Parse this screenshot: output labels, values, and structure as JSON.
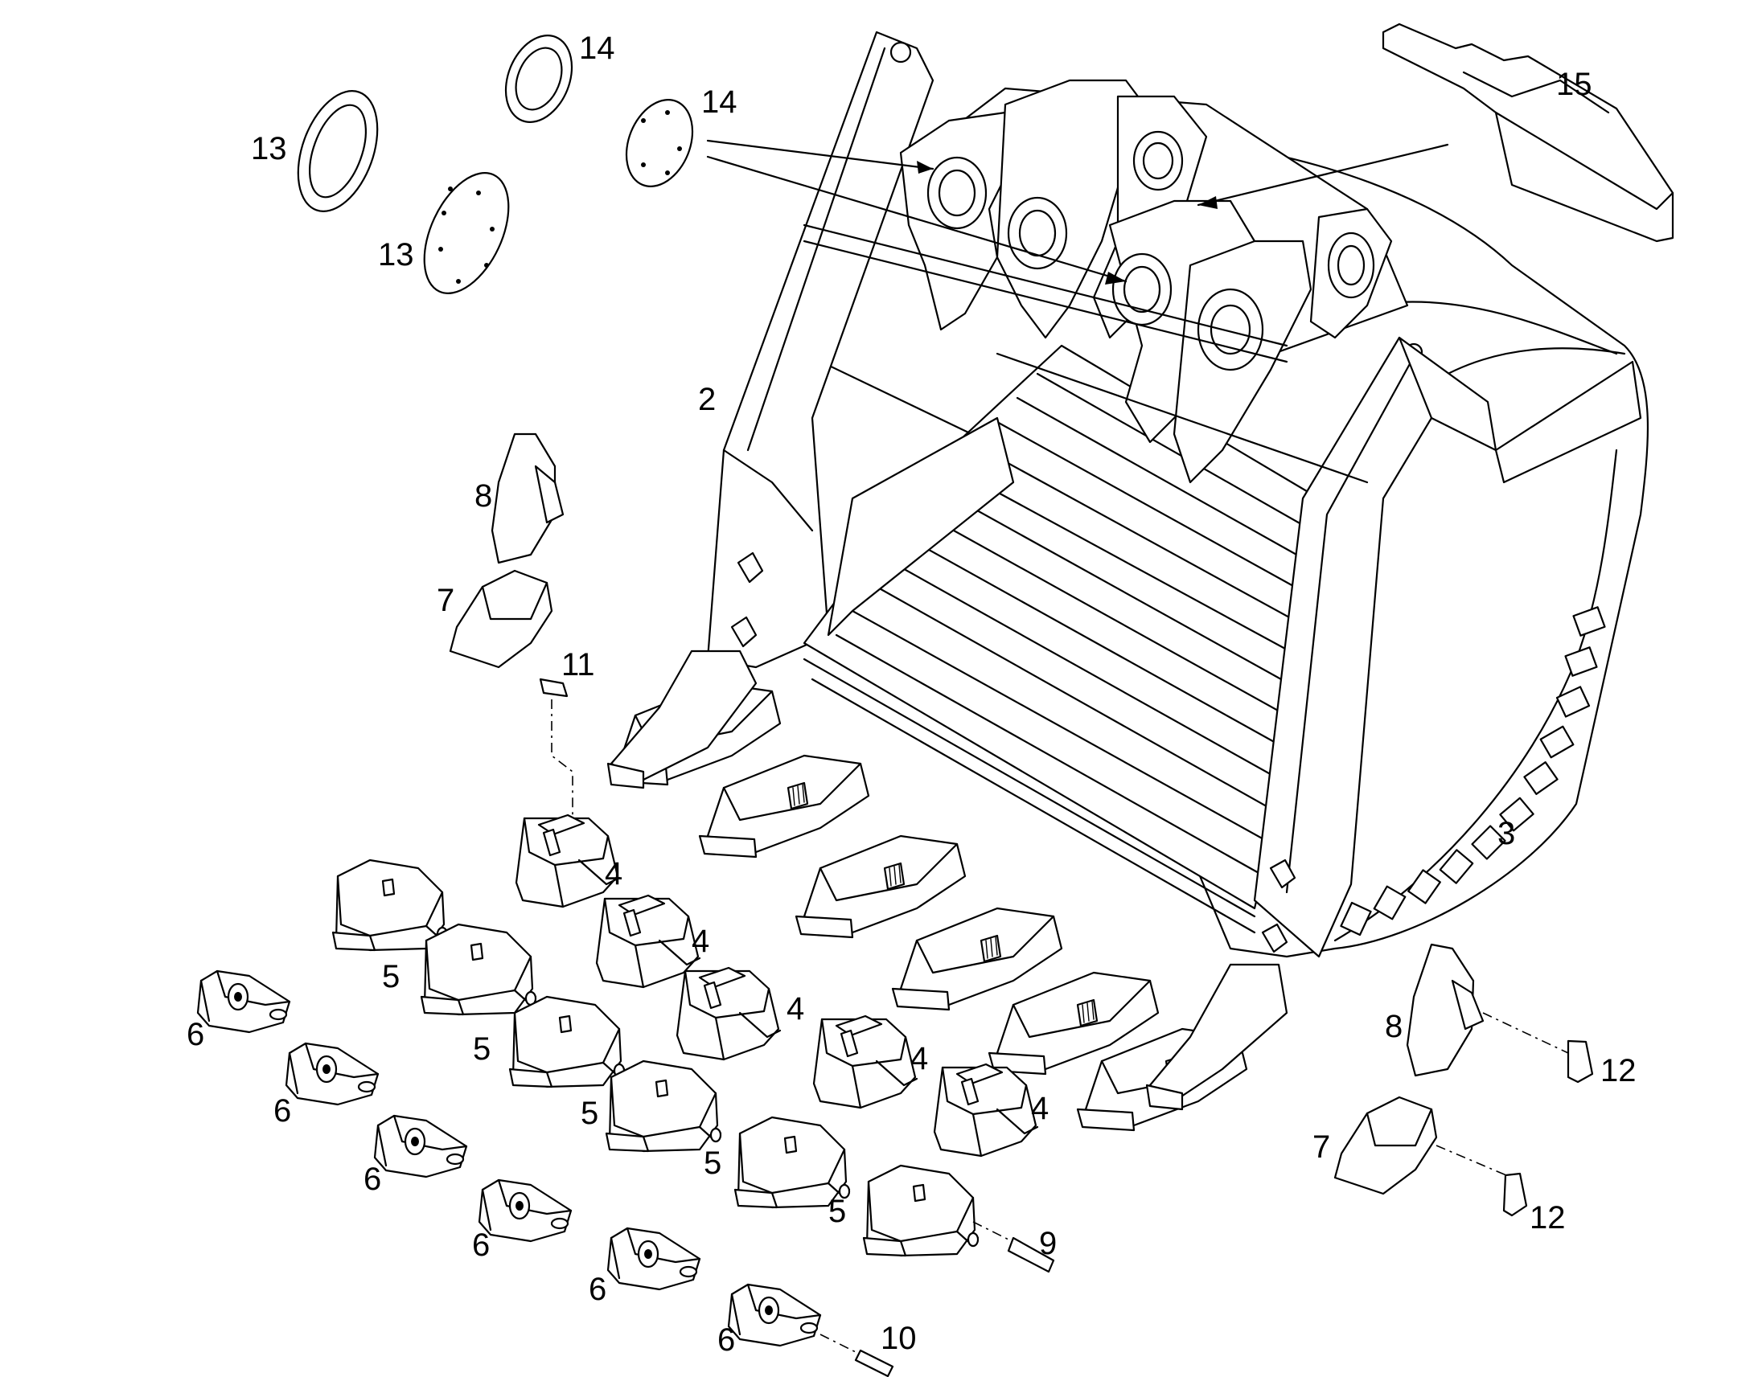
{
  "diagram": {
    "callouts": [
      {
        "id": "c14a",
        "label": "14"
      },
      {
        "id": "c14b",
        "label": "14"
      },
      {
        "id": "c15",
        "label": "15"
      },
      {
        "id": "c13a",
        "label": "13"
      },
      {
        "id": "c13b",
        "label": "13"
      },
      {
        "id": "c2",
        "label": "2"
      },
      {
        "id": "c8a",
        "label": "8"
      },
      {
        "id": "c7a",
        "label": "7"
      },
      {
        "id": "c11",
        "label": "11"
      },
      {
        "id": "c3",
        "label": "3"
      },
      {
        "id": "c4a",
        "label": "4"
      },
      {
        "id": "c4b",
        "label": "4"
      },
      {
        "id": "c4c",
        "label": "4"
      },
      {
        "id": "c4d",
        "label": "4"
      },
      {
        "id": "c4e",
        "label": "4"
      },
      {
        "id": "c5a",
        "label": "5"
      },
      {
        "id": "c5b",
        "label": "5"
      },
      {
        "id": "c5c",
        "label": "5"
      },
      {
        "id": "c5d",
        "label": "5"
      },
      {
        "id": "c5e",
        "label": "5"
      },
      {
        "id": "c6a",
        "label": "6"
      },
      {
        "id": "c6b",
        "label": "6"
      },
      {
        "id": "c6c",
        "label": "6"
      },
      {
        "id": "c6d",
        "label": "6"
      },
      {
        "id": "c6e",
        "label": "6"
      },
      {
        "id": "c6f",
        "label": "6"
      },
      {
        "id": "c8b",
        "label": "8"
      },
      {
        "id": "c12a",
        "label": "12"
      },
      {
        "id": "c7b",
        "label": "7"
      },
      {
        "id": "c12b",
        "label": "12"
      },
      {
        "id": "c9",
        "label": "9"
      },
      {
        "id": "c10",
        "label": "10"
      }
    ]
  }
}
